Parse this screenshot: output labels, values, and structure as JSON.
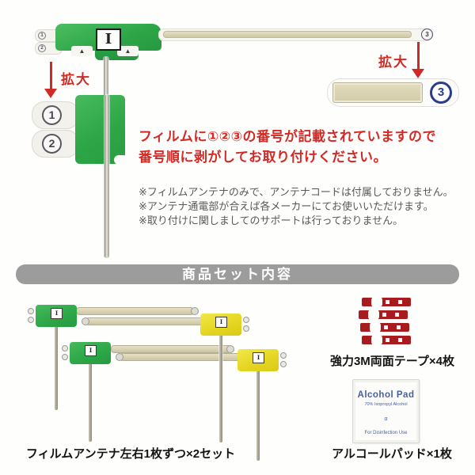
{
  "photo": {
    "element_label": "I",
    "marker1": "1",
    "marker2": "2",
    "marker3": "3",
    "zoom_label": "拡大",
    "notch_mark": "▲"
  },
  "instructions": {
    "headline1": "フィルムに①②③の番号が記載されていますので",
    "headline2": "番号順に剥がしてお取り付けください。",
    "notes": [
      "※フィルムアンテナのみで、アンテナコードは付属しておりません。",
      "※アンテナ通電部が合えば各メーカーにてお使いいただけます。",
      "※取り付けに関しましてのサポートは行っておりません。"
    ]
  },
  "banner": {
    "title": "商品セット内容"
  },
  "contents": {
    "antenna_caption": "フィルムアンテナ左右1枚ずつ×2セット",
    "tape_caption": "強力3M両面テープ×4枚",
    "pad_caption": "アルコールパッド×1枚",
    "alcohol_pad": {
      "name": "Alcohol Pad",
      "spec": "70% Isopropyl Alcohol",
      "mark": "α",
      "use": "For Disinfection Use"
    }
  },
  "colors": {
    "film_green": "#2da647",
    "film_yellow": "#e3d51f",
    "instruction_red": "#d22a26",
    "tape_red": "#a81b1f",
    "banner_gray": "#9c9c9c",
    "rod_beige": "#d2cba8",
    "pad_text_blue": "#46619f",
    "marker3_blue": "#2b3c8c"
  }
}
